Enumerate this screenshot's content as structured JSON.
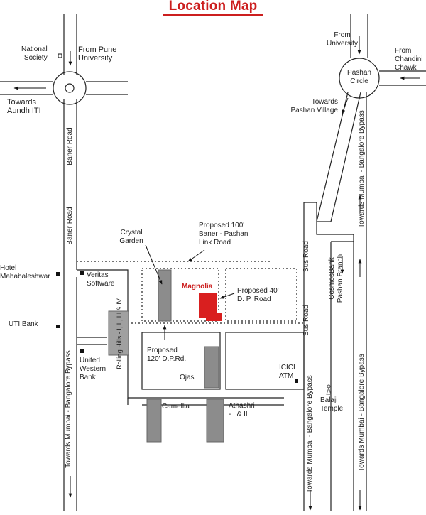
{
  "title": "Location Map",
  "roads": {
    "baner_road_top": "Baner Road",
    "baner_road_bottom": "Baner Road",
    "sus_road_top": "Sus Road",
    "sus_road_bottom": "Sus Road",
    "bypass_left": "Towards Mumbai - Bangalore Bypass",
    "bypass_center": "Towards Mumbai - Bangalore Bypass",
    "bypass_right_top": "Towards Mumbai - Bangalore Bypass",
    "bypass_right_bottom": "Towards Mumbai - Bangalore Bypass",
    "rolling_hills": "Rolling Hills - I, II, III & IV"
  },
  "directions": {
    "from_pune_university": "From Pune\nUniversity",
    "towards_aundh_iti": "Towards\nAundh ITI",
    "from_university": "From\nUniversity",
    "from_chandini_chawk": "From\nChandini\nChawk",
    "pashan_circle": "Pashan\nCircle",
    "towards_pashan_village": "Towards\nPashan Village"
  },
  "landmarks": {
    "national_society": "National\nSociety",
    "hotel_mahabaleshwar": "Hotel\nMahabaleshwar",
    "veritas_software": "Veritas\nSoftware",
    "uti_bank": "UTI Bank",
    "united_western_bank": "United\nWestern\nBank",
    "crystal_garden": "Crystal\nGarden",
    "proposed_100_road": "Proposed 100'\nBaner - Pashan\nLink Road",
    "magnolia": "Magnolia",
    "proposed_40_road": "Proposed 40'\nD. P. Road",
    "proposed_120_road": "Proposed\n120' D.P.Rd.",
    "ojas": "Ojas",
    "camellia": "Camellia",
    "athashri": "Athashri\n- I & II",
    "icici_atm": "ICICI\nATM",
    "balaji_temple": "Balaji\nTemple",
    "cosmos_bank": "CosmosBank\nPashan Branch"
  },
  "colors": {
    "title": "#cc1f1f",
    "magnolia": "#d91f1f",
    "buildings": "#8c8c8c",
    "rolling_hills": "#a0a0a0",
    "roads": "#222222"
  }
}
